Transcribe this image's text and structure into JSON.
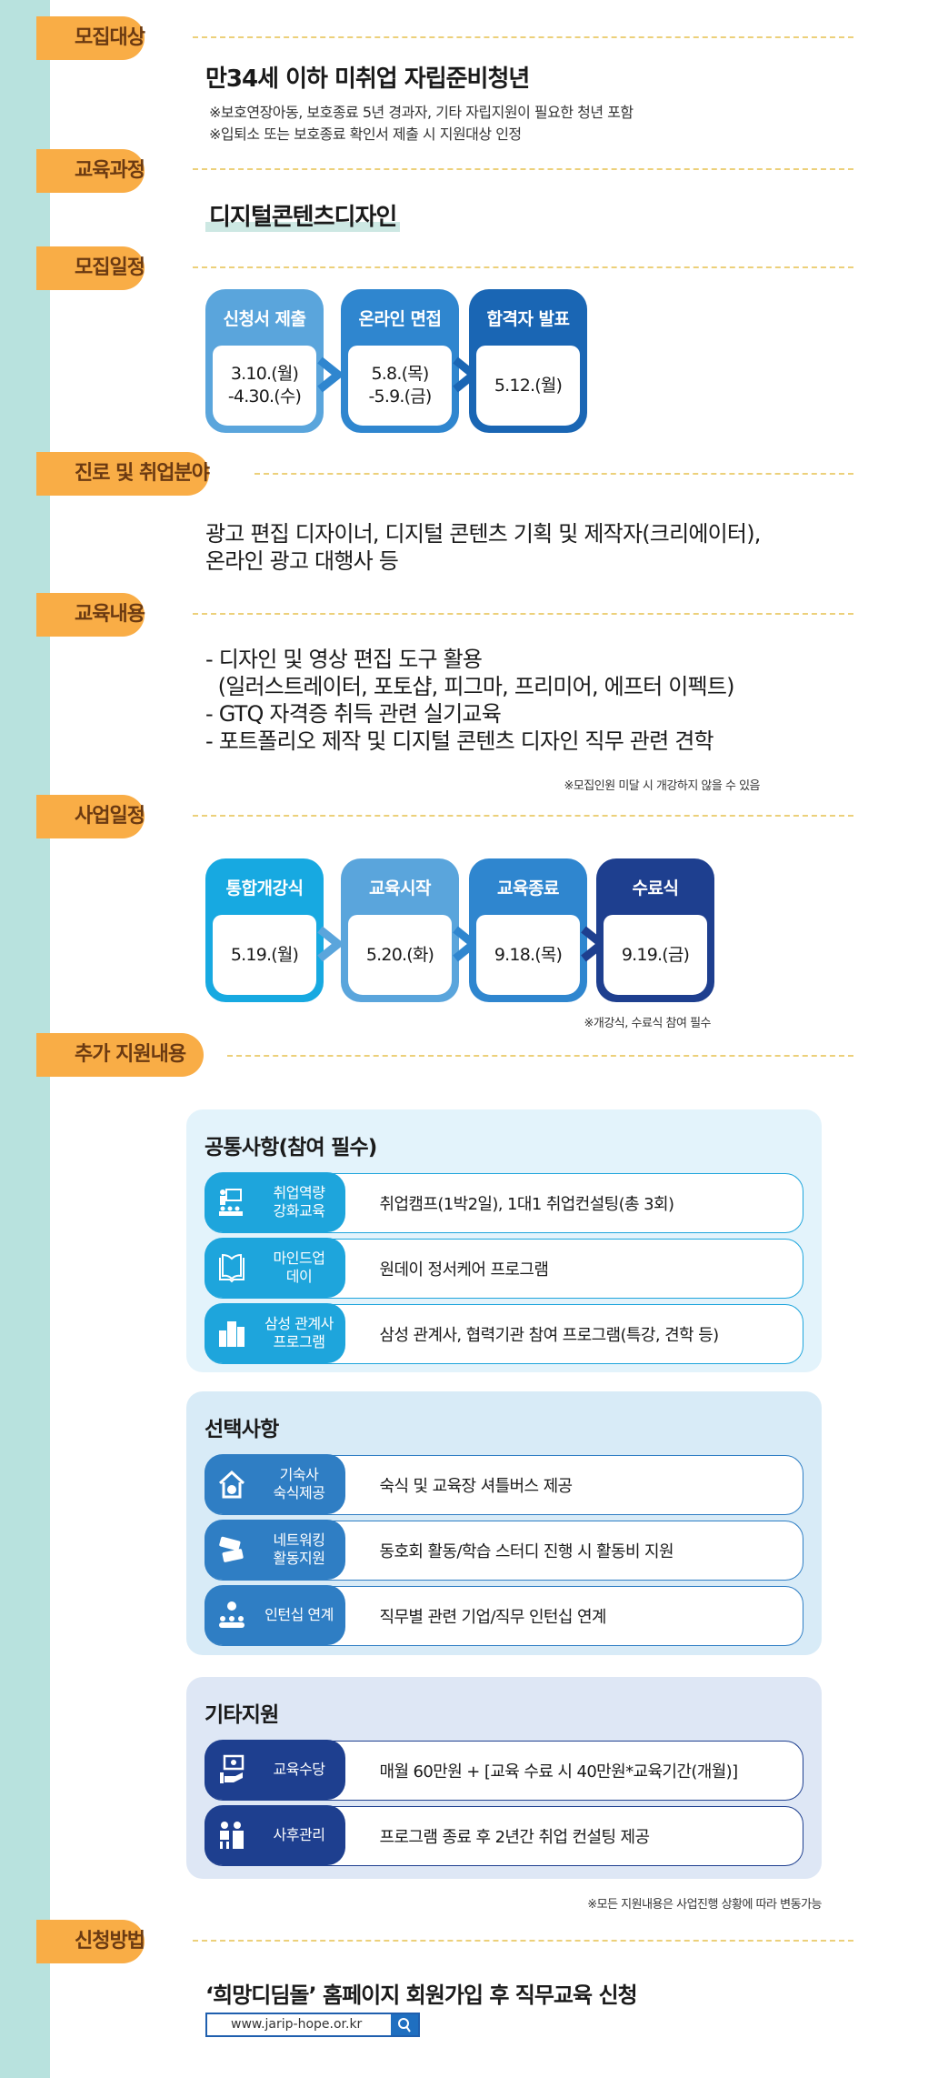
{
  "sections": {
    "target": {
      "tag": "모집대상",
      "main": "만34세 이하 미취업 자립준비청년",
      "notes": [
        "※보호연장아동, 보호종료 5년 경과자, 기타 자립지원이 필요한 청년 포함",
        "※입퇴소 또는 보호종료 확인서 제출 시 지원대상 인정"
      ]
    },
    "course": {
      "tag": "교육과정",
      "main": "디지털콘텐츠디자인"
    },
    "recruit": {
      "tag": "모집일정",
      "steps": [
        {
          "title": "신청서 제출",
          "l1": "3.10.(월)",
          "l2": "-4.30.(수)"
        },
        {
          "title": "온라인 면접",
          "l1": "5.8.(목)",
          "l2": "-5.9.(금)"
        },
        {
          "title": "합격자 발표",
          "l1": "5.12.(월)",
          "l2": ""
        }
      ]
    },
    "career": {
      "tag": "진로 및 취업분야",
      "lines": [
        "광고 편집 디자이너, 디지털 콘텐츠 기획 및 제작자(크리에이터),",
        "온라인 광고 대행사 등"
      ]
    },
    "content": {
      "tag": "교육내용",
      "lines": [
        "- 디자인 및 영상 편집 도구 활용",
        "  (일러스트레이터, 포토샵, 피그마, 프리미어, 에프터 이펙트)",
        "- GTQ 자격증 취득 관련 실기교육",
        "- 포트폴리오 제작 및 디지털 콘텐츠 디자인 직무 관련 견학"
      ],
      "note": "※모집인원 미달 시 개강하지 않을 수 있음"
    },
    "business": {
      "tag": "사업일정",
      "steps": [
        {
          "title": "통합개강식",
          "date": "5.19.(월)"
        },
        {
          "title": "교육시작",
          "date": "5.20.(화)"
        },
        {
          "title": "교육종료",
          "date": "9.18.(목)"
        },
        {
          "title": "수료식",
          "date": "9.19.(금)"
        }
      ],
      "note": "※개강식, 수료식 참여 필수"
    },
    "support": {
      "tag": "추가 지원내용",
      "panels": [
        {
          "title": "공통사항(참여 필수)",
          "rows": [
            {
              "label": "취업역량\n강화교육",
              "icon": "teacher-icon",
              "text": "취업캠프(1박2일), 1대1 취업컨설팅(총 3회)"
            },
            {
              "label": "마인드업\n데이",
              "icon": "book-icon",
              "text": "원데이 정서케어 프로그램"
            },
            {
              "label": "삼성 관계사\n프로그램",
              "icon": "building-icon",
              "text": "삼성 관계사, 협력기관 참여 프로그램(특강, 견학 등)"
            }
          ]
        },
        {
          "title": "선택사항",
          "rows": [
            {
              "label": "기숙사\n숙식제공",
              "icon": "house-icon",
              "text": "숙식 및 교육장 셔틀버스 제공"
            },
            {
              "label": "네트워킹\n활동지원",
              "icon": "money-icon",
              "text": "동호회 활동/학습 스터디 진행 시 활동비 지원"
            },
            {
              "label": "인턴십 연계",
              "icon": "people-icon",
              "text": "직무별 관련 기업/직무 인턴십 연계"
            }
          ]
        },
        {
          "title": "기타지원",
          "rows": [
            {
              "label": "교육수당",
              "icon": "allowance-icon",
              "text": "매월 60만원 + [교육 수료 시 40만원*교육기간(개월)]"
            },
            {
              "label": "사후관리",
              "icon": "consulting-icon",
              "text": "프로그램 종료 후 2년간 취업 컨설팅 제공"
            }
          ]
        }
      ],
      "note": "※모든 지원내용은 사업진행 상황에 따라 변동가능"
    },
    "apply": {
      "tag": "신청방법",
      "main": "‘희망디딤돌’ 홈페이지 회원가입 후 직무교육 신청",
      "url": "www.jarip-hope.or.kr"
    }
  },
  "colors": {
    "tag": "#f9ad46",
    "recruit": [
      "#5aa5dc",
      "#2f86cf",
      "#1a66b4"
    ],
    "business": [
      "#17a9e1",
      "#5aa5dc",
      "#2f86cf",
      "#1e3f8f"
    ],
    "panels": [
      "#1ea5dc",
      "#2f7ec4",
      "#1e3f8f"
    ]
  }
}
